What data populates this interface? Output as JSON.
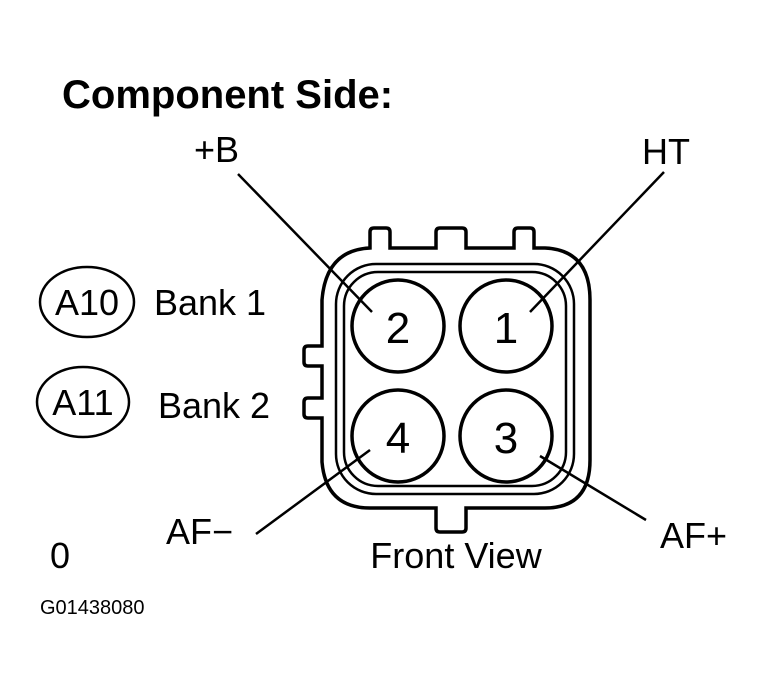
{
  "title": "Component Side:",
  "connector": {
    "view_label": "Front View",
    "pins": [
      {
        "number": "2",
        "label": "+B"
      },
      {
        "number": "1",
        "label": "HT"
      },
      {
        "number": "4",
        "label": "AF−"
      },
      {
        "number": "3",
        "label": "AF+"
      }
    ]
  },
  "legend": [
    {
      "code": "A10",
      "bank": "Bank 1"
    },
    {
      "code": "A11",
      "bank": "Bank 2"
    }
  ],
  "corner_mark": "0",
  "figure_id": "G01438080"
}
